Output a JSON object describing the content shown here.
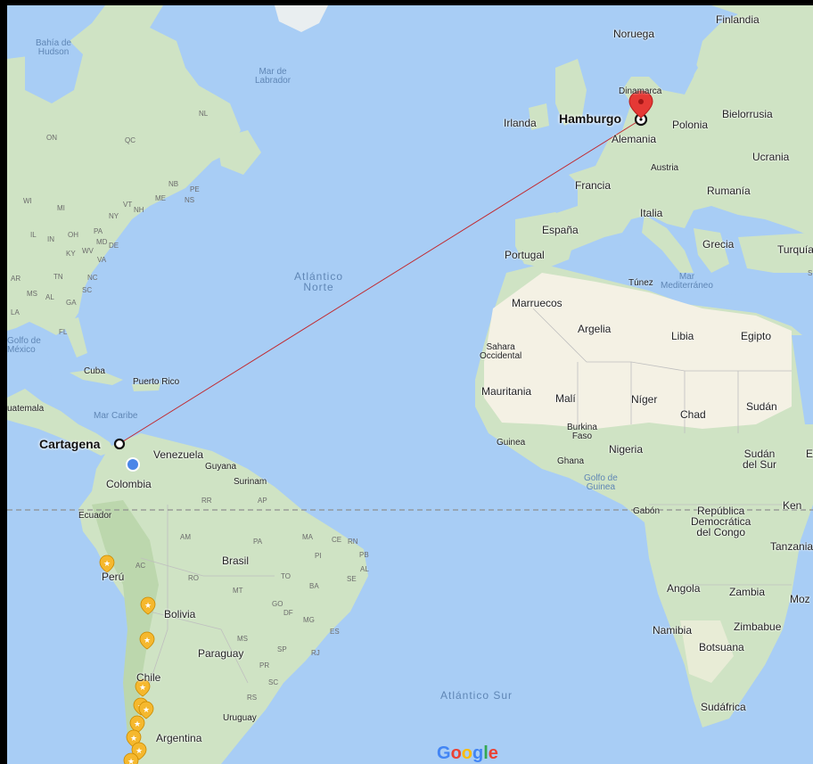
{
  "cities": {
    "origin": "Cartagena",
    "destination": "Hamburgo"
  },
  "oceans": {
    "north_atlantic_line1": "Atlántico",
    "north_atlantic_line2": "Norte",
    "south_atlantic": "Atlántico Sur",
    "caribbean": "Mar Caribe",
    "hudson_bay_line1": "Bahía de",
    "hudson_bay_line2": "Hudson",
    "labrador_line1": "Mar de",
    "labrador_line2": "Labrador",
    "gulf_mexico_line1": "Golfo de",
    "gulf_mexico_line2": "México",
    "mediterranean_line1": "Mar",
    "mediterranean_line2": "Mediterráneo",
    "guinea_line1": "Golfo de",
    "guinea_line2": "Guinea"
  },
  "countries": {
    "noruega": "Noruega",
    "finlandia": "Finlandia",
    "dinamarca": "Dinamarca",
    "irlanda": "Irlanda",
    "alemania": "Alemania",
    "polonia": "Polonia",
    "bielorrusia": "Bielorrusia",
    "ucrania": "Ucrania",
    "austria": "Austria",
    "francia": "Francia",
    "rumania": "Rumanía",
    "italia": "Italia",
    "espana": "España",
    "portugal": "Portugal",
    "grecia": "Grecia",
    "turquia": "Turquía",
    "tunez": "Túnez",
    "marruecos": "Marruecos",
    "argelia": "Argelia",
    "libia": "Libia",
    "egipto": "Egipto",
    "sahara_line1": "Sahara",
    "sahara_line2": "Occidental",
    "mauritania": "Mauritania",
    "mali": "Malí",
    "niger": "Níger",
    "chad": "Chad",
    "sudan": "Sudán",
    "burkina_line1": "Burkina",
    "burkina_line2": "Faso",
    "guinea": "Guinea",
    "ghana": "Ghana",
    "nigeria": "Nigeria",
    "sudan_sur_line1": "Sudán",
    "sudan_sur_line2": "del Sur",
    "gabon": "Gabón",
    "rdc_line1": "República",
    "rdc_line2": "Democrática",
    "rdc_line3": "del Congo",
    "tanzania": "Tanzania",
    "angola": "Angola",
    "zambia": "Zambia",
    "moz": "Moz",
    "namibia": "Namibia",
    "zimbabue": "Zimbabue",
    "botsuana": "Botsuana",
    "sudafrica": "Sudáfrica",
    "ken": "Ken",
    "et": "Et",
    "cuba": "Cuba",
    "puerto_rico": "Puerto Rico",
    "guatemala": "uatemala",
    "venezuela": "Venezuela",
    "colombia": "Colombia",
    "guyana": "Guyana",
    "surinam": "Surinam",
    "ecuador": "Ecuador",
    "peru": "Perú",
    "brasil": "Brasil",
    "bolivia": "Bolivia",
    "paraguay": "Paraguay",
    "chile": "Chile",
    "uruguay": "Uruguay",
    "argentina": "Argentina"
  },
  "states": [
    "NL",
    "QC",
    "ON",
    "NB",
    "PE",
    "NS",
    "ME",
    "NH",
    "VT",
    "NY",
    "WI",
    "MI",
    "IL",
    "IN",
    "OH",
    "PA",
    "MD",
    "DE",
    "KY",
    "WV",
    "VA",
    "NC",
    "TN",
    "SC",
    "MS",
    "AL",
    "GA",
    "FL",
    "AR",
    "LA",
    "RR",
    "AP",
    "AM",
    "PA",
    "MA",
    "CE",
    "RN",
    "PB",
    "PI",
    "AL",
    "SE",
    "AC",
    "RO",
    "TO",
    "BA",
    "MT",
    "GO",
    "DF",
    "MG",
    "ES",
    "MS",
    "SP",
    "RJ",
    "PR",
    "SC",
    "RS",
    "S"
  ],
  "logo": {
    "letters": [
      "G",
      "o",
      "o",
      "g",
      "l",
      "e"
    ],
    "colors": [
      "#4285f4",
      "#ea4335",
      "#fbbc05",
      "#4285f4",
      "#34a853",
      "#ea4335"
    ]
  },
  "colors": {
    "water": "#a8cdf5",
    "land": "#cfe3c4",
    "desert": "#f4f1e4",
    "route": "#c1272d",
    "pin": "#e53935",
    "star_marker": "#f5b82e",
    "location_dot": "#4a86e8"
  }
}
